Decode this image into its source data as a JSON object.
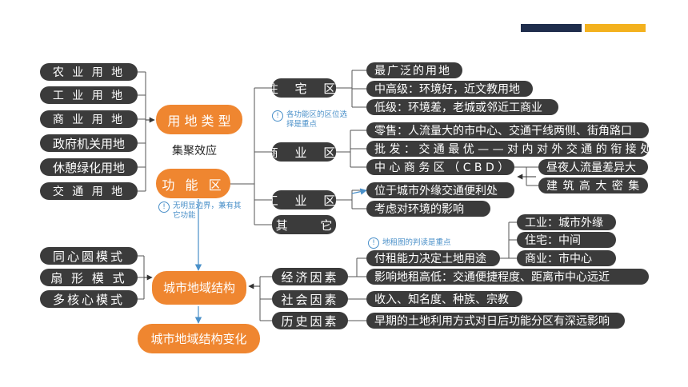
{
  "colors": {
    "orange": "#ef8630",
    "dark": "#3b3b3b",
    "blue": "#4a90c9",
    "navy": "#1f2d4c",
    "gold": "#f3b11e"
  },
  "land_types": [
    "农 业 用 地",
    "工 业 用 地",
    "商 业 用 地",
    "政府机关用地",
    "休憩绿化用地",
    "交 通 用 地"
  ],
  "center": {
    "land_use_type": "用 地 类 型",
    "agglomeration": "集聚效应",
    "functional_zone": "功 能 区",
    "urban_structure": "城市地域结构",
    "structure_change": "城市地域结构变化"
  },
  "notes": {
    "zone_location": "各功能区的区位选择是重点",
    "no_boundary": "无明显边界，兼有其它功能",
    "rent_map": "地租图的判读是重点"
  },
  "zones": {
    "residential": "住 宅 区",
    "commercial": "商 业 区",
    "industrial": "工 业 区",
    "other": "其 它"
  },
  "residential_items": [
    "最广泛的用地",
    "中高级：环境好，近文教用地",
    "低级：环境差，老城或邻近工商业"
  ],
  "commercial_items": [
    "零售：人流量大的市中心、交通干线两侧、街角路口",
    "批 发 ： 交 通 最 优 — — 对 内 对 外 交 通 的 衔 接 处",
    "中 心 商 务 区 （ C B D ）"
  ],
  "cbd_items": [
    "昼夜人流量差异大",
    "建 筑 高 大 密 集"
  ],
  "industrial_items": [
    "位于城市外缘交通便利处",
    "考虑对环境的影响"
  ],
  "models": [
    "同心圆模式",
    "扇 形 模 式",
    "多核心模式"
  ],
  "factors": {
    "economic": "经济因素",
    "social": "社会因素",
    "historical": "历史因素"
  },
  "economic_items": [
    "付租能力决定土地用途",
    "影响地租高低：交通便捷程度、距离市中心远近"
  ],
  "rent_items": [
    "工业：城市外缘",
    "住宅：中间",
    "商业：市中心"
  ],
  "social_item": "收入、知名度、种族、宗教",
  "historical_item": "早期的土地利用方式对日后功能分区有深远影响",
  "info_glyph": "!"
}
